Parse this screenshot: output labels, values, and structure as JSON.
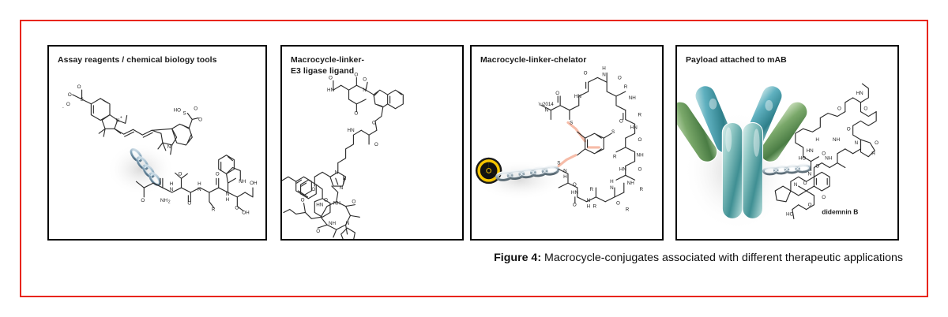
{
  "figure": {
    "caption_label": "Figure 4:",
    "caption_text": " Macrocycle-conjugates associated with different therapeutic applications",
    "frame_color": "#e8251a",
    "panel_border_color": "#000000",
    "background_color": "#ffffff"
  },
  "panels": [
    {
      "id": "assay-reagents",
      "title": "Assay reagents / chemical biology tools",
      "content_description": "Sulfonated cyanine (Cy5) dye linked through a blue metallic chain to a peptide chain bearing Asn, Ile, Lys(R), Trp and Ser residues",
      "inline_labels": [
        "O",
        "S",
        "O",
        "O",
        "N",
        "HO",
        "S",
        "O",
        "O",
        "N",
        "O",
        "NH2",
        "N",
        "H",
        "O",
        "N",
        "H",
        "O",
        "N",
        "H",
        "O",
        "R",
        "NH",
        "N",
        "H",
        "O",
        "OH",
        "O",
        "OH"
      ],
      "chain_color": "#8fb3c9",
      "molecule_color": "#2b4a5e"
    },
    {
      "id": "e3-ligase-ligand",
      "title": "Macrocycle-linker-\nE3 ligase ligand",
      "content_description": "Thalidomide/lenalidomide-type phthalimide glutarimide E3 ligase ligand joined by an ether-amide-butyl-triazole linker to a phenol-bearing cyclic peptide macrocycle containing Phe, Pro and a fatty ketone tail",
      "inline_labels": [
        "O",
        "N",
        "O",
        "HN",
        "O",
        "O",
        "O",
        "HN",
        "O",
        "N",
        "N",
        "N",
        "O",
        "O",
        "NH",
        "HN",
        "O",
        "N",
        "O",
        "O",
        "NH",
        "O"
      ],
      "molecule_color": "#2b2b2b"
    },
    {
      "id": "macrocycle-linker-chelator",
      "title": "Macrocycle-linker-chelator",
      "content_description": "Radioisotope chelator shown as a yellow radioactive trefoil badge connected by a metallic chain to a tri-thioether mesitylene-bridged cyclic peptide cage",
      "inline_labels": [
        "O",
        "N",
        "S",
        "S",
        "S",
        "HN",
        "O",
        "N",
        "H",
        "O",
        "R",
        "NH",
        "O",
        "R",
        "HN",
        "O",
        "R",
        "NH",
        "O",
        "R",
        "HN",
        "O",
        "R",
        "NH",
        "N",
        "H",
        "O",
        "R",
        "H",
        "N",
        "O",
        "R",
        "N",
        "H"
      ],
      "highlight_color": "#f6b9a4",
      "radioactive_badge_color": "#f5c400",
      "chain_color": "#9fb6c4"
    },
    {
      "id": "payload-attached-to-mab",
      "title": "Payload attached to mAB",
      "content_description": "Glassy teal-green Y-shaped monoclonal antibody conjugated via a metallic chain to the depsipeptide natural product didemnin B",
      "payload_label": "didemnin B",
      "inline_labels": [
        "HO",
        "O",
        "O",
        "O",
        "HN",
        "NH",
        "H",
        "O",
        "NH",
        "O",
        "N",
        "O",
        "N",
        "O",
        "H",
        "O",
        "N",
        "O",
        "HO",
        "O"
      ],
      "antibody_colors": [
        "#5fb0bf",
        "#7aa86a",
        "#9ecfc9",
        "#3f8f93"
      ],
      "chain_color": "#a8bcc8"
    }
  ]
}
